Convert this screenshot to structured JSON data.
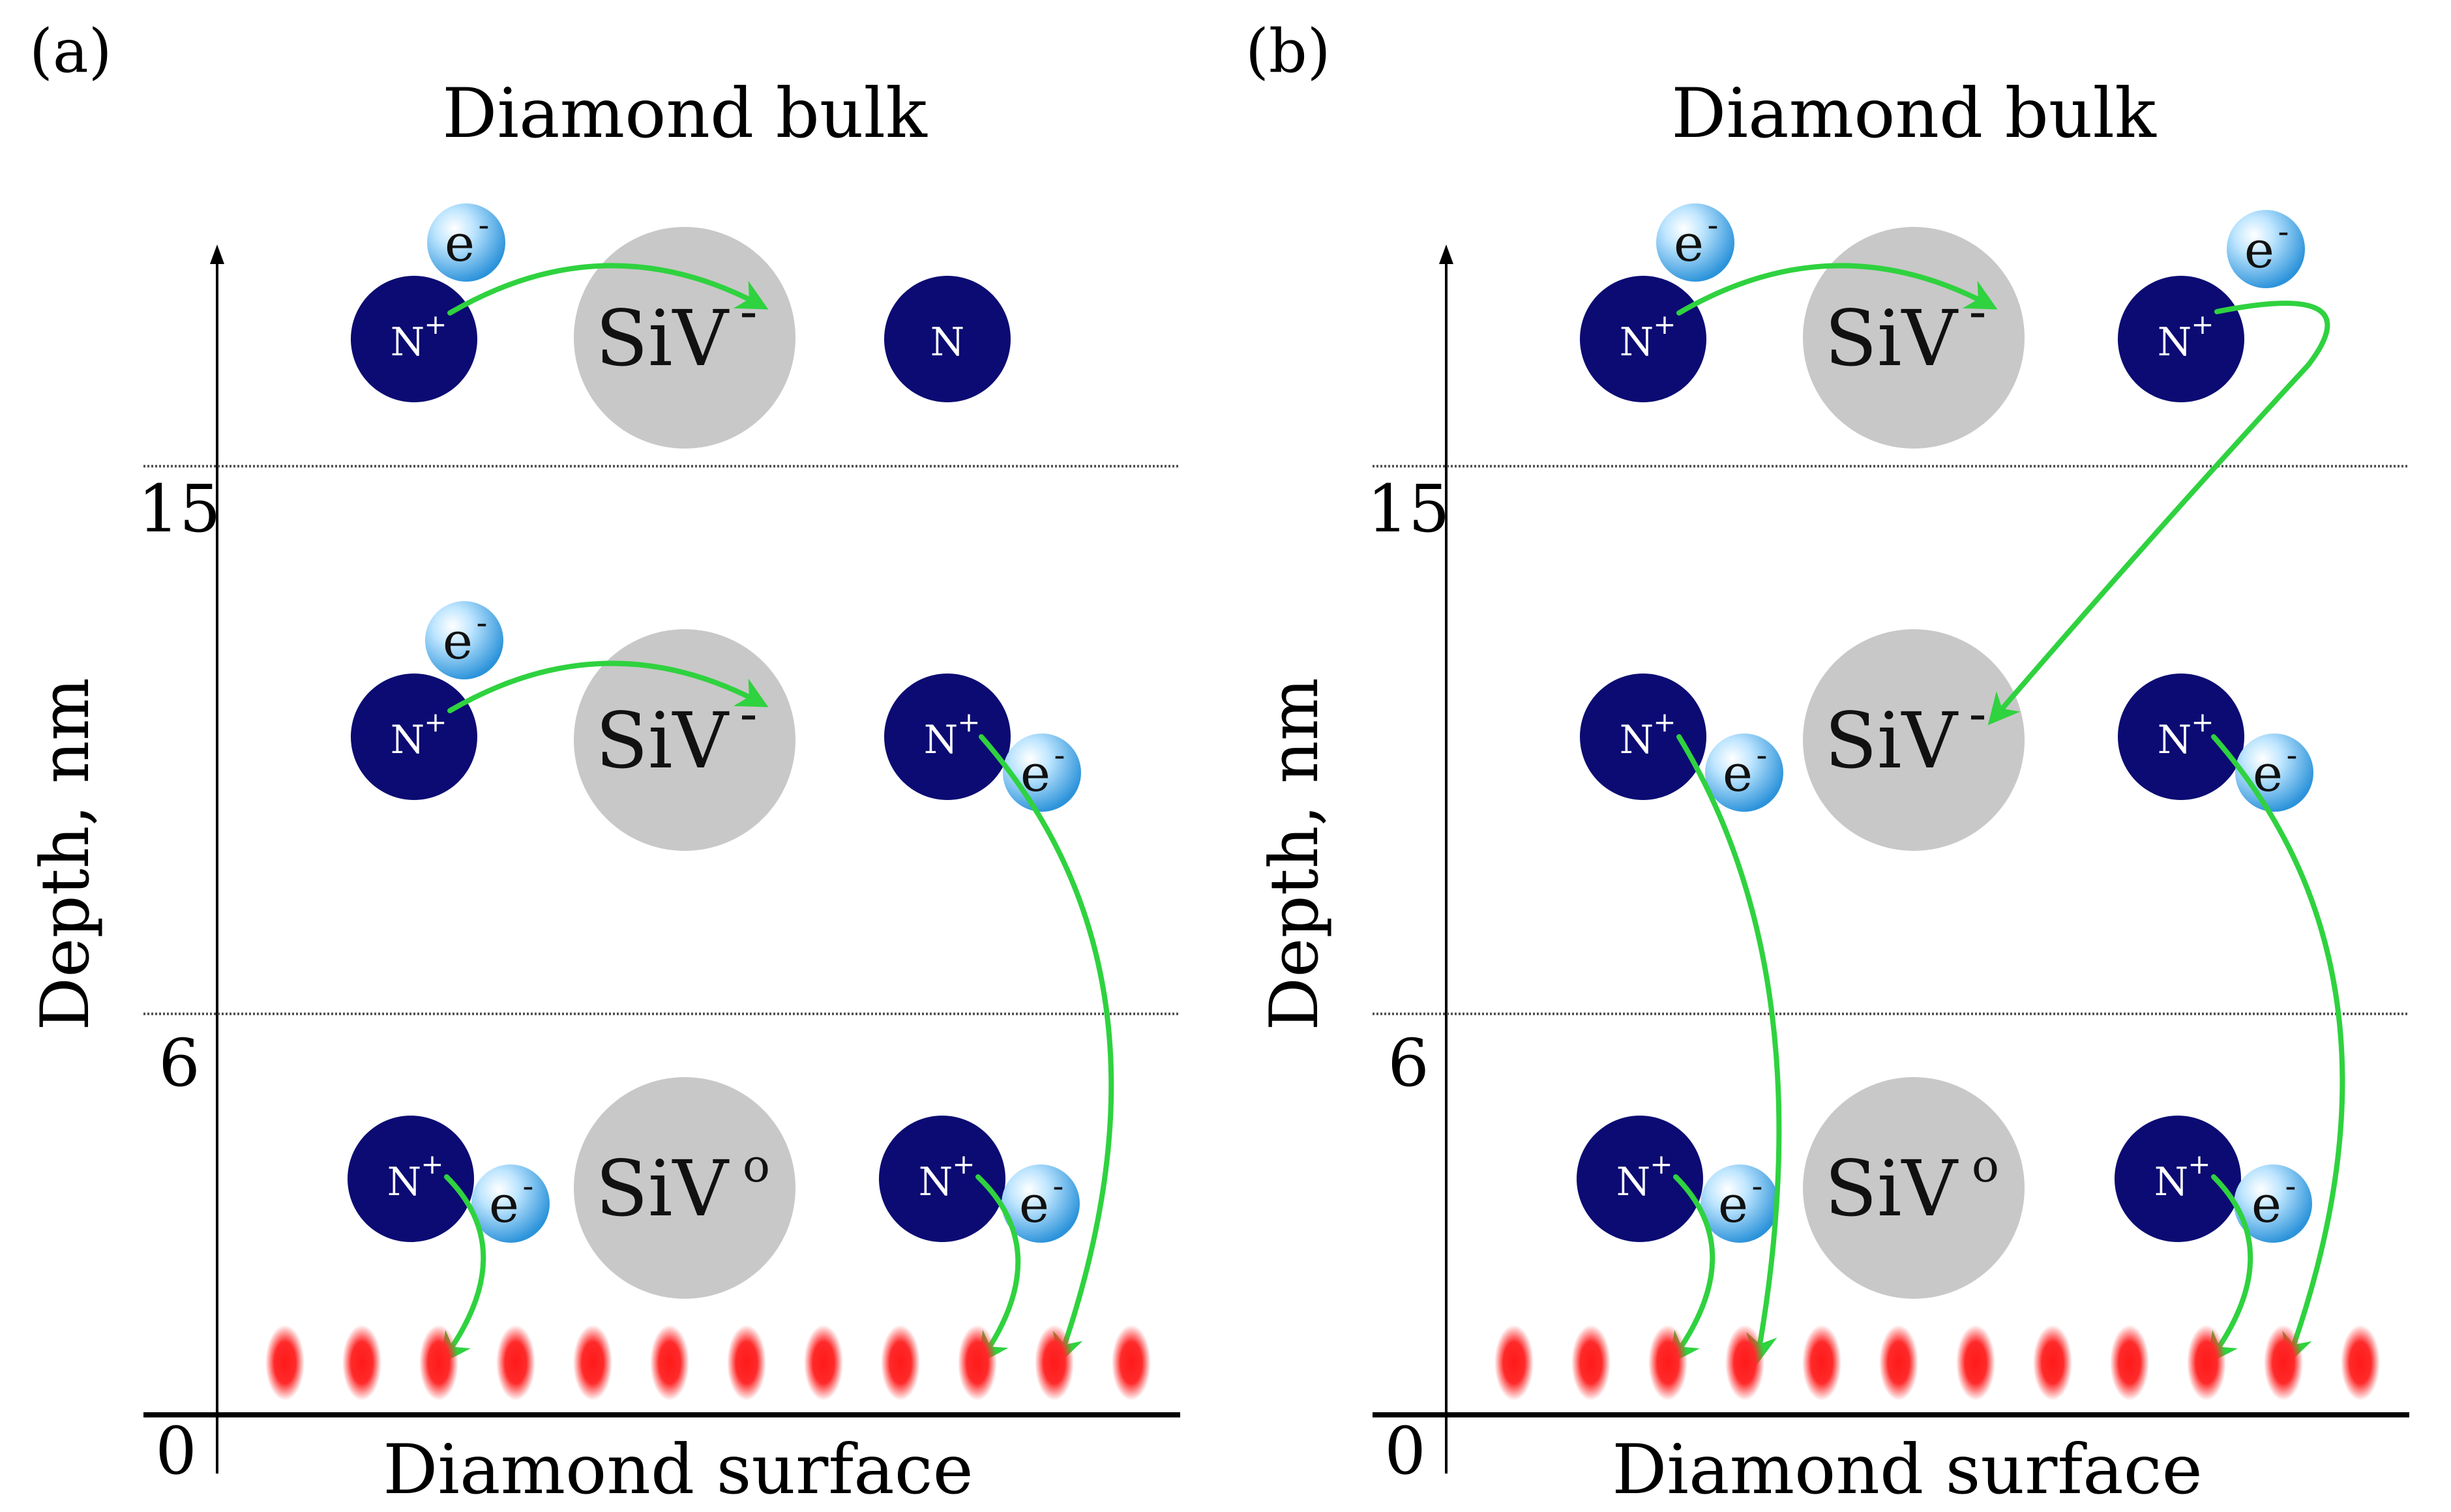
{
  "panels": [
    {
      "label": "(a)",
      "top_title": "Diamond bulk",
      "bottom_title": "Diamond surface",
      "y_axis_label": "Depth, nm",
      "ticks": [
        "15",
        "6",
        "0"
      ],
      "centers": [
        {
          "label": "SiV",
          "charge": "-"
        },
        {
          "label": "SiV",
          "charge": "-"
        },
        {
          "label": "SiV",
          "charge": "o"
        }
      ],
      "nitrogen": [
        {
          "text": "N",
          "sup": "+"
        },
        {
          "text": "N",
          "sup": ""
        },
        {
          "text": "N",
          "sup": "+"
        },
        {
          "text": "N",
          "sup": "+"
        },
        {
          "text": "N",
          "sup": "+"
        },
        {
          "text": "N",
          "sup": "+"
        }
      ],
      "electrons": [
        {
          "text": "e",
          "sup": "-"
        },
        {
          "text": "e",
          "sup": "-"
        },
        {
          "text": "e",
          "sup": "-"
        },
        {
          "text": "e",
          "sup": "-"
        },
        {
          "text": "e",
          "sup": "-"
        }
      ]
    },
    {
      "label": "(b)",
      "top_title": "Diamond bulk",
      "bottom_title": "Diamond surface",
      "y_axis_label": "Depth, nm",
      "ticks": [
        "15",
        "6",
        "0"
      ],
      "centers": [
        {
          "label": "SiV",
          "charge": "-"
        },
        {
          "label": "SiV",
          "charge": "-"
        },
        {
          "label": "SiV",
          "charge": "o"
        }
      ],
      "nitrogen": [
        {
          "text": "N",
          "sup": "+"
        },
        {
          "text": "N",
          "sup": "+"
        },
        {
          "text": "N",
          "sup": "+"
        },
        {
          "text": "N",
          "sup": "+"
        },
        {
          "text": "N",
          "sup": "+"
        },
        {
          "text": "N",
          "sup": "+"
        }
      ],
      "electrons": [
        {
          "text": "e",
          "sup": "-"
        },
        {
          "text": "e",
          "sup": "-"
        },
        {
          "text": "e",
          "sup": "-"
        },
        {
          "text": "e",
          "sup": "-"
        },
        {
          "text": "e",
          "sup": "-"
        },
        {
          "text": "e",
          "sup": "-"
        }
      ]
    }
  ],
  "colors": {
    "nitrogen": "#0b0b73",
    "center": "#c8c8c8",
    "electron": "#3fa9e8",
    "arrow": "#2fd23f",
    "surface_trap": "#ff2020"
  }
}
